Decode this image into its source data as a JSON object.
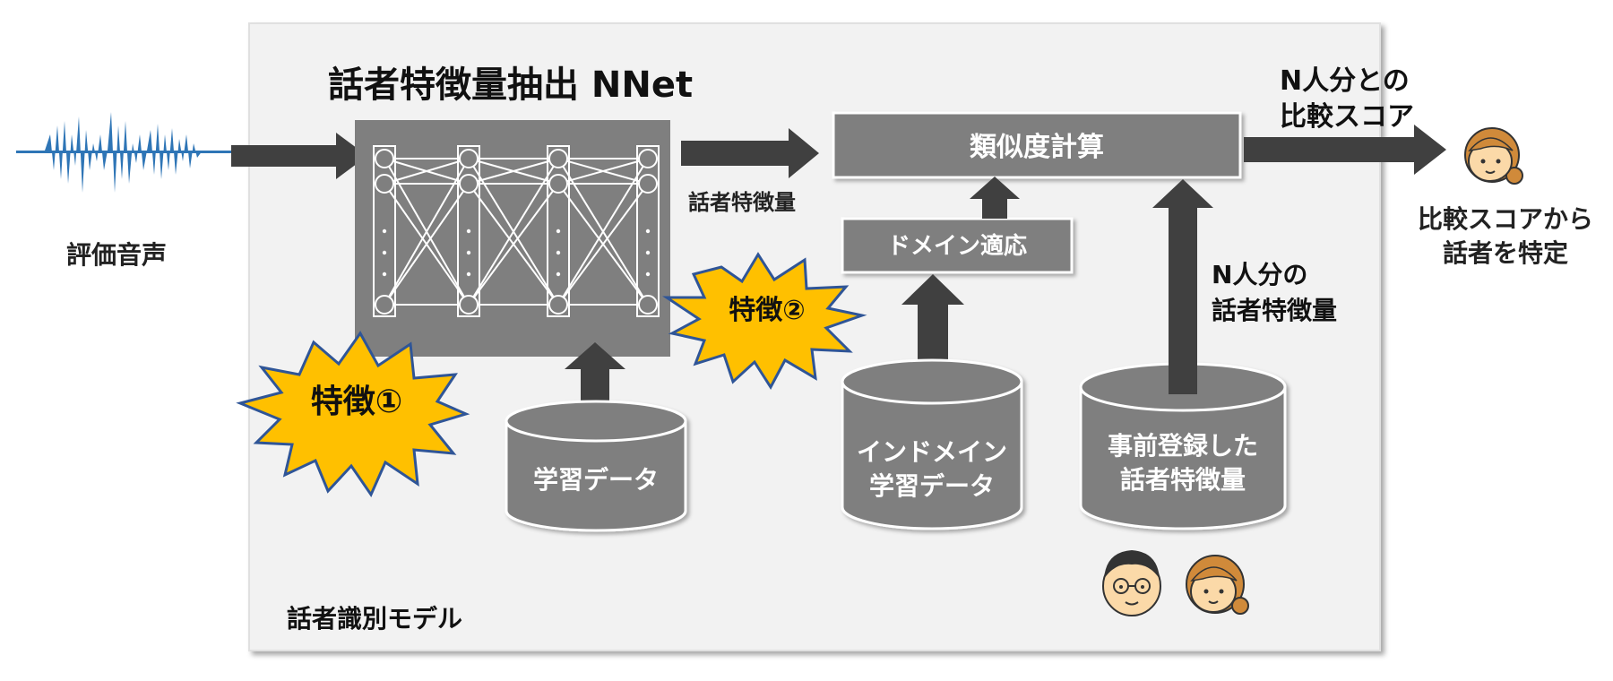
{
  "texts": {
    "input_label": "評価音声",
    "nnet_title": "話者特徴量抽出 NNet",
    "feature_out": "話者特徴量",
    "similarity": "類似度計算",
    "domain_adapt": "ドメイン適応",
    "compare_score_line1": "N人分との",
    "compare_score_line2": "比較スコア",
    "identify_line1": "比較スコアから",
    "identify_line2": "話者を特定",
    "n_features_line1": "N人分の",
    "n_features_line2": "話者特徴量",
    "feature1": "特徴①",
    "feature2": "特徴②",
    "train_data": "学習データ",
    "indomain_line1": "インドメイン",
    "indomain_line2": "学習データ",
    "registered_line1": "事前登録した",
    "registered_line2": "話者特徴量",
    "model_label": "話者識別モデル"
  },
  "colors": {
    "box_fill": "#7f7f7f",
    "dark_arrow": "#404040",
    "waveform": "#2e75b6",
    "starburst_fill": "#ffc000",
    "starburst_stroke": "#2f5597",
    "panel_fill": "#f2f2f2",
    "skin": "#fbd9a8",
    "hair": "#d08a3a"
  },
  "icons": [
    "audio-waveform-icon",
    "neural-network-icon",
    "database-cylinder-icon",
    "person-female-icon",
    "person-male-glasses-icon",
    "starburst-icon"
  ]
}
